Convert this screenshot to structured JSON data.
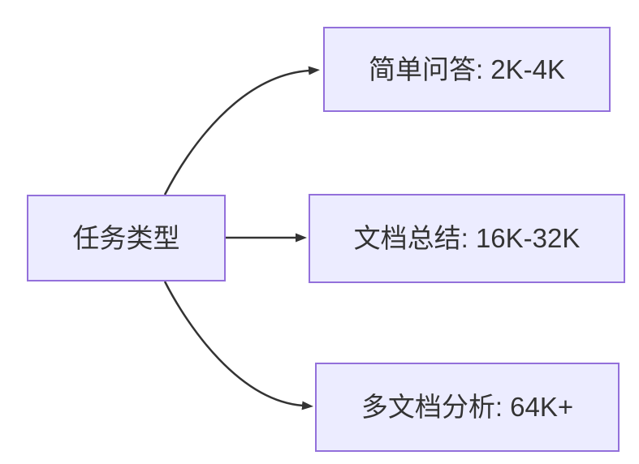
{
  "diagram": {
    "type": "flowchart-left-to-right",
    "root": {
      "label": "任务类型"
    },
    "branches": [
      {
        "label": "简单问答: 2K-4K"
      },
      {
        "label": "文档总结: 16K-32K"
      },
      {
        "label": "多文档分析: 64K+"
      }
    ],
    "edges": [
      {
        "from": "任务类型",
        "to": "简单问答: 2K-4K"
      },
      {
        "from": "任务类型",
        "to": "文档总结: 16K-32K"
      },
      {
        "from": "任务类型",
        "to": "多文档分析: 64K+"
      }
    ],
    "colors": {
      "node_fill": "#ECECFF",
      "node_border": "#9370DB",
      "edge_stroke": "#333333",
      "text": "#333333",
      "background": "#ffffff"
    }
  }
}
